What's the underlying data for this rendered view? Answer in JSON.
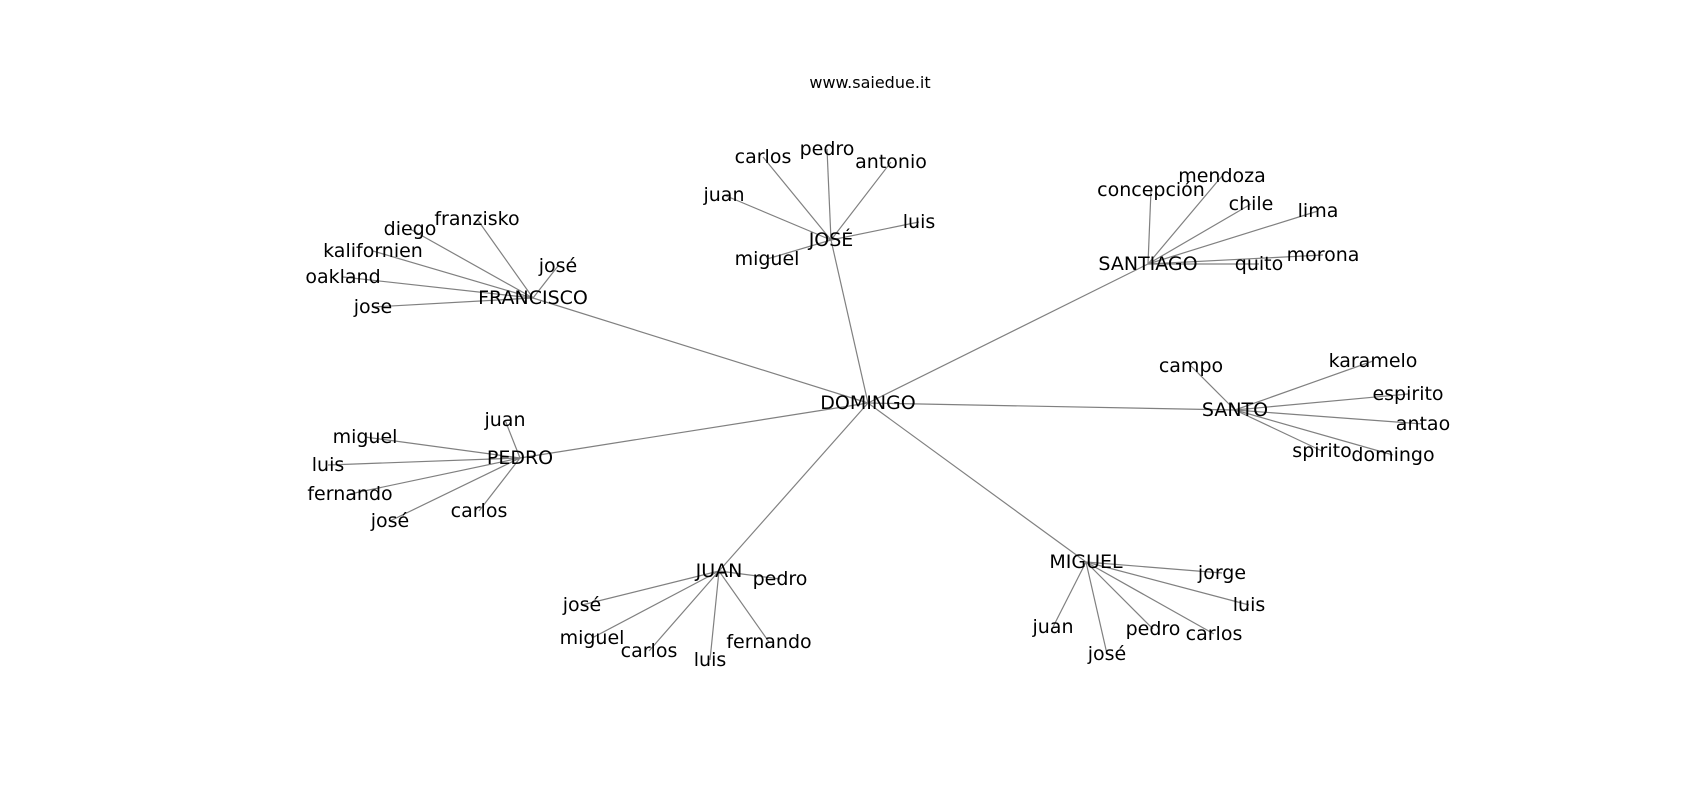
{
  "title": "www.saiedue.it",
  "root": "DOMINGO",
  "hubs": [
    {
      "label": "JOSÉ",
      "leaves": [
        "carlos",
        "pedro",
        "antonio",
        "juan",
        "luis",
        "miguel"
      ]
    },
    {
      "label": "FRANCISCO",
      "leaves": [
        "franzisko",
        "diego",
        "kalifornien",
        "josé",
        "oakland",
        "jose"
      ]
    },
    {
      "label": "SANTIAGO",
      "leaves": [
        "concepción",
        "mendoza",
        "chile",
        "lima",
        "morona",
        "quito"
      ]
    },
    {
      "label": "SANTO",
      "leaves": [
        "campo",
        "karamelo",
        "espirito",
        "antao",
        "spirito",
        "domingo"
      ]
    },
    {
      "label": "PEDRO",
      "leaves": [
        "juan",
        "miguel",
        "luis",
        "fernando",
        "josé",
        "carlos"
      ]
    },
    {
      "label": "JUAN",
      "leaves": [
        "pedro",
        "josé",
        "miguel",
        "carlos",
        "luis",
        "fernando"
      ]
    },
    {
      "label": "MIGUEL",
      "leaves": [
        "jorge",
        "luis",
        "juan",
        "pedro",
        "carlos",
        "josé"
      ]
    }
  ]
}
